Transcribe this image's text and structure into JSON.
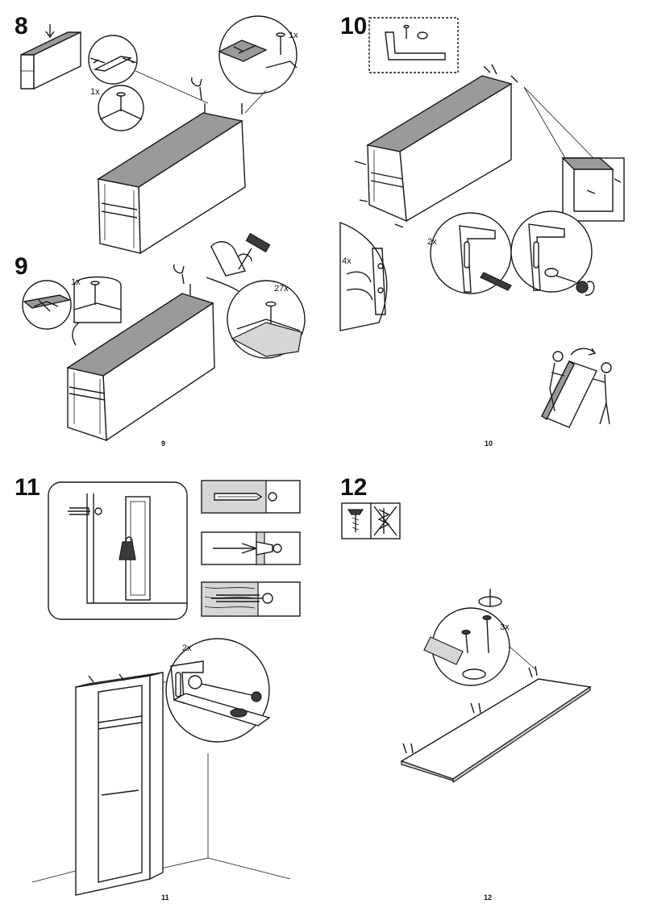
{
  "steps": {
    "s8": {
      "number": "8",
      "page_number": "9",
      "quantities": [
        "1x",
        "1x"
      ]
    },
    "s9": {
      "number": "9",
      "quantities": [
        "1x",
        "27x"
      ]
    },
    "s10": {
      "number": "10",
      "page_number": "10",
      "quantities": [
        "2x",
        "4x"
      ]
    },
    "s11": {
      "number": "11",
      "page_number": "11",
      "quantities": [
        "2x"
      ]
    },
    "s12": {
      "number": "12",
      "page_number": "12",
      "quantities": [
        "3x"
      ]
    }
  }
}
